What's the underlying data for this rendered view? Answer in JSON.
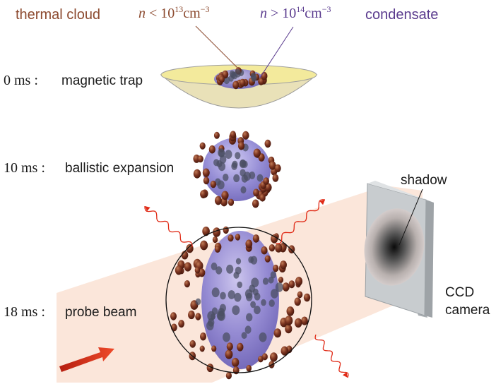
{
  "header": {
    "thermal_cloud_label": "thermal cloud",
    "thermal_density": {
      "var": "n",
      "op": "<",
      "base": "10",
      "exp": "13",
      "unit": "cm",
      "unit_exp": "−3"
    },
    "condensate_density": {
      "var": "n",
      "op": ">",
      "base": "10",
      "exp": "14",
      "unit": "cm",
      "unit_exp": "−3"
    },
    "condensate_label": "condensate"
  },
  "stages": [
    {
      "time": "0 ms :",
      "label": "magnetic trap"
    },
    {
      "time": "10 ms :",
      "label": "ballistic expansion"
    },
    {
      "time": "18 ms :",
      "label": "probe beam"
    }
  ],
  "camera": {
    "shadow_label": "shadow",
    "line1": "CCD",
    "line2": "camera"
  },
  "colors": {
    "thermal": "#8c4a2f",
    "condensate": "#5a3b8e",
    "beam": "#fbe3d6",
    "atom": "#7a3320",
    "cloud": "#8f86d6",
    "trap": "#f1e6a0",
    "wave": "#e02a16",
    "arrow": "#d42a1a"
  }
}
